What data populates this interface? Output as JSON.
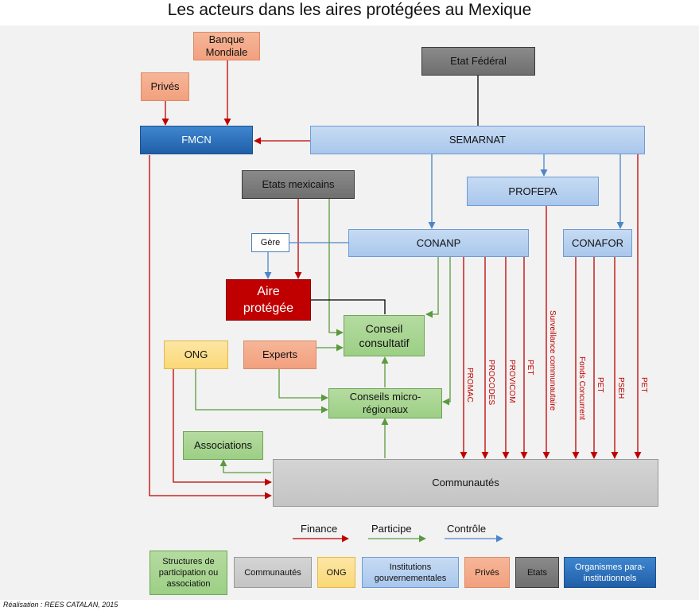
{
  "title": "Les acteurs dans les aires protégées au Mexique",
  "credit": "Réalisation : REES CATALAN, 2015",
  "nodes": {
    "banque_mondiale": "Banque Mondiale",
    "prives": "Privés",
    "etat_federal": "Etat Fédéral",
    "fmcn": "FMCN",
    "semarnat": "SEMARNAT",
    "etats_mexicains": "Etats mexicains",
    "profepa": "PROFEPA",
    "gere": "Gère",
    "conanp": "CONANP",
    "conafor": "CONAFOR",
    "aire_protegee": "Aire protégée",
    "conseil_consultatif": "Conseil consultatif",
    "ong": "ONG",
    "experts": "Experts",
    "conseils_micro": "Conseils micro-régionaux",
    "associations": "Associations",
    "communautes": "Communautés"
  },
  "flow_labels": {
    "promac": "PROMAC",
    "procodes": "PROCODES",
    "provicom": "PROVICOM",
    "pet1": "PET",
    "surveillance": "Surveillance communautaire",
    "fonds": "Fonds Concurrent",
    "pet2": "PET",
    "pseh": "PSEH",
    "pet3": "PET"
  },
  "legend": {
    "finance": "Finance",
    "participe": "Participe",
    "controle": "Contrôle",
    "categories": {
      "structures": "Structures de participation ou association",
      "communautes": "Communautés",
      "ong": "ONG",
      "institutions": "Institutions gouvernementales",
      "prives": "Privés",
      "etats": "Etats",
      "organismes": "Organismes para-institutionnels"
    }
  },
  "colors": {
    "finance": "#c00000",
    "participe": "#5a9a3e",
    "controle": "#4a86c8",
    "black_link": "#000000"
  }
}
